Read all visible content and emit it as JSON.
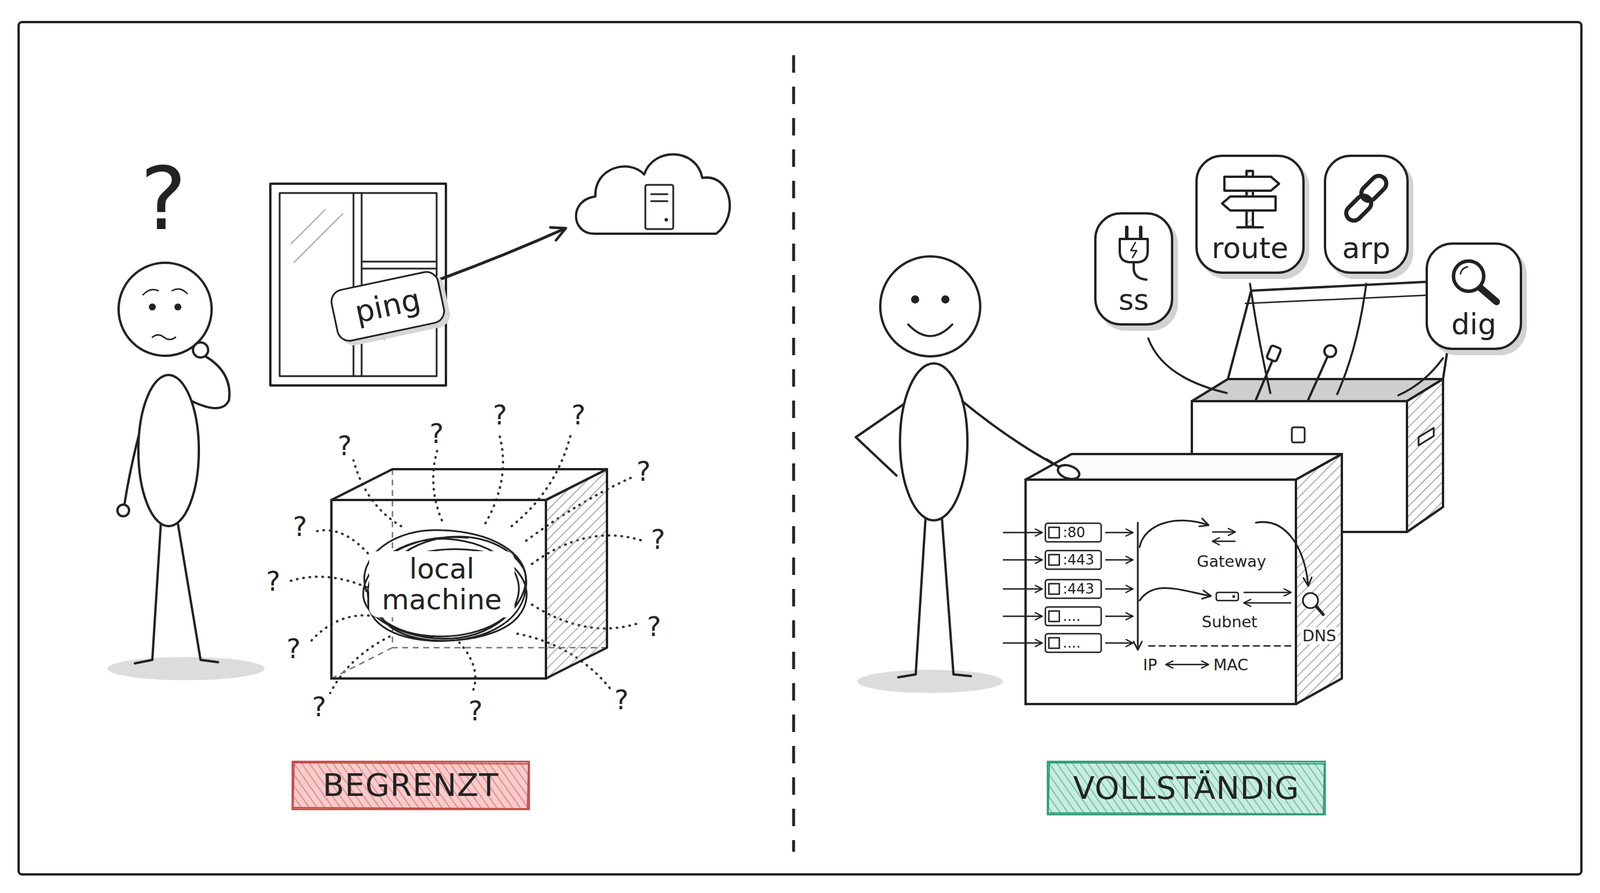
{
  "diagram": {
    "nodes": [
      {
        "text": [
          "ping"
        ]
      },
      {
        "text": [
          "local machine"
        ]
      },
      {
        "text": [
          "BEGRENZT"
        ]
      },
      {
        "text": [
          "ss"
        ]
      },
      {
        "text": [
          "route"
        ]
      },
      {
        "text": [
          "arp"
        ]
      },
      {
        "text": [
          "dig"
        ]
      },
      {
        "text": [
          ":80",
          ":443",
          ":443",
          "....",
          "....",
          "Gateway",
          "Subnet",
          "IP",
          "MAC",
          "DNS"
        ]
      },
      {
        "text": [
          "VOLLSTÄNDIG"
        ]
      }
    ],
    "labels": [
      "?",
      "?",
      "?",
      "?",
      "?",
      "?",
      "?",
      "?",
      "?",
      "?",
      "?",
      "?",
      "?",
      "?"
    ]
  }
}
